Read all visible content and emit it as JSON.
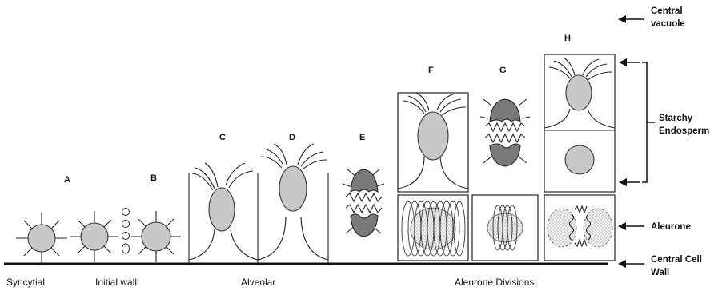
{
  "stages": {
    "a": "A",
    "b": "B",
    "c": "C",
    "d": "D",
    "e": "E",
    "f": "F",
    "g": "G",
    "h": "H"
  },
  "phases": {
    "syncytial": "Syncytial",
    "initial_wall": "Initial wall",
    "alveolar": "Alveolar",
    "aleurone_divisions": "Aleurone Divisions"
  },
  "side_labels": {
    "central_vacuole_1": "Central",
    "central_vacuole_2": "vacuole",
    "starchy_1": "Starchy",
    "starchy_2": "Endosperm",
    "aleurone": "Aleurone",
    "central_cell_wall_1": "Central Cell",
    "central_cell_wall_2": "Wall"
  },
  "colors": {
    "nucleus_fill": "#c8c8c8",
    "chromatin_fill": "#7a7a7a",
    "line": "#222222"
  }
}
